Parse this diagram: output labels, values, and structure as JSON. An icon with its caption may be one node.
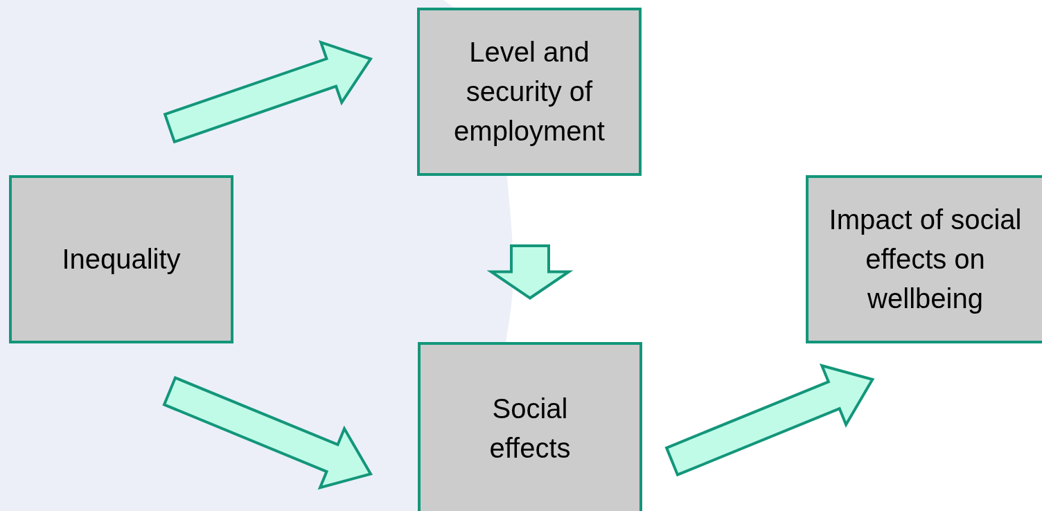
{
  "diagram": {
    "nodes": [
      {
        "text": [
          "Inequality"
        ]
      },
      {
        "text": [
          "Level and security of employment"
        ]
      },
      {
        "text": [
          "Social effects"
        ]
      },
      {
        "text": [
          "Impact of social effects on wellbeing"
        ]
      }
    ],
    "edges": [
      {
        "from": 0,
        "to": 1,
        "arrow": "to"
      },
      {
        "from": 1,
        "to": 2,
        "arrow": "to"
      },
      {
        "from": 0,
        "to": 2,
        "arrow": "to"
      },
      {
        "from": 2,
        "to": 3,
        "arrow": "to"
      }
    ]
  }
}
